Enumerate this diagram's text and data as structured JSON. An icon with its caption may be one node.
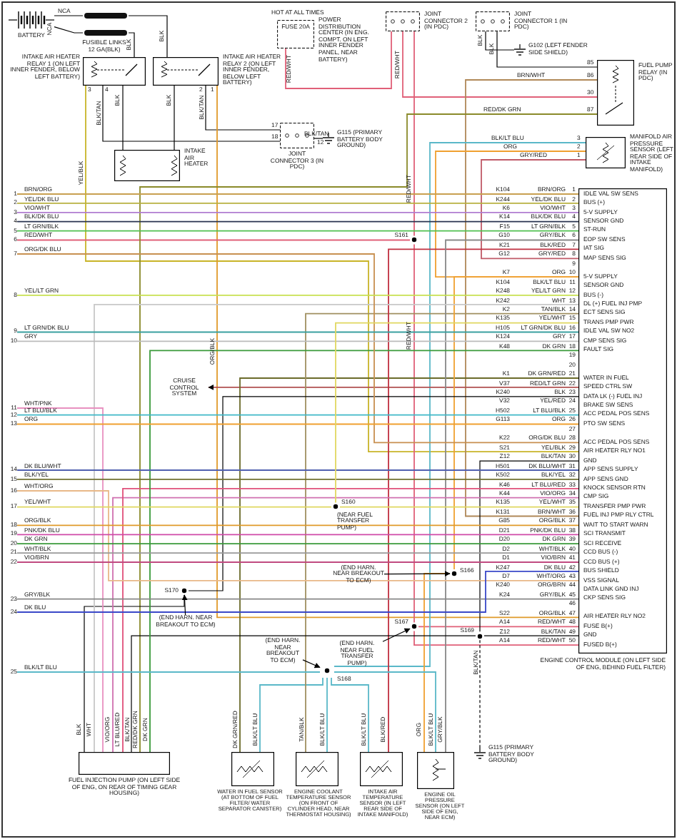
{
  "diagram": {
    "nodes": [
      {
        "text": [
          "BATTERY"
        ]
      },
      {
        "text": [
          "FUSIBLE LINKS 12 GA(BLK)"
        ]
      },
      {
        "text": [
          "INTAKE AIR HEATER RELAY 1 (ON LEFT INNER FENDER, BELOW LEFT BATTERY)"
        ]
      },
      {
        "text": [
          "INTAKE AIR HEATER RELAY 2 (ON LEFT INNER FENDER, BELOW LEFT BATTERY)"
        ]
      },
      {
        "text": [
          "INTAKE AIR HEATER"
        ]
      },
      {
        "text": [
          "JOINT CONNECTOR 3 (IN PDC)"
        ]
      },
      {
        "text": [
          "G115 (PRIMARY BATTERY BODY GROUND)"
        ]
      },
      {
        "text": [
          "FUSE 20A",
          "POWER DISTRIBUTION CENTER (IN ENG. COMPT. ON LEFT INNER FENDER PANEL, NEAR BATTERY)"
        ]
      },
      {
        "text": [
          "JOINT CONNECTOR 2 (IN PDC)"
        ]
      },
      {
        "text": [
          "JOINT CONNECTOR 1 (IN PDC)"
        ]
      },
      {
        "text": [
          "G102 (LEFT FENDER SIDE SHIELD)"
        ]
      },
      {
        "text": [
          "FUEL PUMP RELAY (IN PDC)"
        ]
      },
      {
        "text": [
          "MANIFOLD AIR PRESSURE SENSOR (LEFT REAR SIDE OF INTAKE MANIFOLD)"
        ]
      },
      {
        "text": [
          "ENGINE CONTROL MODULE (ON LEFT SIDE OF ENG, BEHIND FUEL FILTER)"
        ]
      },
      {
        "text": [
          "CRUISE CONTROL SYSTEM"
        ]
      },
      {
        "text": [
          "S161"
        ]
      },
      {
        "text": [
          "S160",
          "(NEAR FUEL TRANSFER PUMP)"
        ]
      },
      {
        "text": [
          "S166"
        ]
      },
      {
        "text": [
          "(END HARN. NEAR BREAKOUT TO ECM)"
        ]
      },
      {
        "text": [
          "S170"
        ]
      },
      {
        "text": [
          "(END HARN. NEAR BREAKOUT TO ECM)"
        ]
      },
      {
        "text": [
          "S167"
        ]
      },
      {
        "text": [
          "(END HARN. NEAR FUEL TRANSFER PUMP)"
        ]
      },
      {
        "text": [
          "S169"
        ]
      },
      {
        "text": [
          "S168"
        ]
      },
      {
        "text": [
          "(END HARN. NEAR BREAKOUT TO ECM)"
        ]
      },
      {
        "text": [
          "FUEL INJECTION PUMP (ON LEFT SIDE OF ENG, ON REAR OF TIMING GEAR HOUSING)"
        ]
      },
      {
        "text": [
          "WATER IN FUEL SENSOR (AT BOTTOM OF FUEL FILTER/ WATER SEPARATOR CANISTER)"
        ]
      },
      {
        "text": [
          "ENGINE COOLANT TEMPERATURE SENSOR (ON FRONT OF CYLINDER HEAD, NEAR THERMOSTAT HOUSING)"
        ]
      },
      {
        "text": [
          "INTAKE AIR TEMPERATURE SENSOR (IN LEFT REAR SIDE OF INTAKE MANIFOLD)"
        ]
      },
      {
        "text": [
          "ENGINE OIL PRESSURE SENSOR (ON LEFT SIDE OF ENG, NEAR ECM)"
        ]
      },
      {
        "text": [
          "G115 (PRIMARY BATTERY BODY GROUND)"
        ]
      },
      {
        "text": [
          "1"
        ]
      },
      {
        "text": [
          "2"
        ]
      },
      {
        "text": [
          "3"
        ]
      },
      {
        "text": [
          "4"
        ]
      },
      {
        "text": [
          "5"
        ]
      },
      {
        "text": [
          "6"
        ]
      },
      {
        "text": [
          "7"
        ]
      },
      {
        "text": [
          "8"
        ]
      },
      {
        "text": [
          "9"
        ]
      },
      {
        "text": [
          "10"
        ]
      },
      {
        "text": [
          "11"
        ]
      },
      {
        "text": [
          "12"
        ]
      },
      {
        "text": [
          "13"
        ]
      },
      {
        "text": [
          "14"
        ]
      },
      {
        "text": [
          "15"
        ]
      },
      {
        "text": [
          "16"
        ]
      },
      {
        "text": [
          "17"
        ]
      },
      {
        "text": [
          "18"
        ]
      },
      {
        "text": [
          "19"
        ]
      },
      {
        "text": [
          "20"
        ]
      },
      {
        "text": [
          "21"
        ]
      },
      {
        "text": [
          "22"
        ]
      },
      {
        "text": [
          "23"
        ]
      },
      {
        "text": [
          "24"
        ]
      },
      {
        "text": [
          "25"
        ]
      }
    ],
    "edges": [
      {
        "from": 0,
        "to": 1,
        "arrow": "none",
        "label": "NCA"
      },
      {
        "from": 0,
        "to": 1,
        "arrow": "none",
        "label": "NCA"
      },
      {
        "from": 1,
        "to": 2,
        "arrow": "none",
        "label": "BLK"
      },
      {
        "from": 1,
        "to": 3,
        "arrow": "none",
        "label": "BLK"
      },
      {
        "from": 2,
        "to": 4,
        "arrow": "none",
        "label": "BLK"
      },
      {
        "from": 3,
        "to": 4,
        "arrow": "none",
        "label": "BLK"
      },
      {
        "from": 2,
        "to": 13,
        "arrow": "none",
        "label": "YEL/BLK",
        "color": "#c8b428"
      },
      {
        "from": 2,
        "to": 5,
        "arrow": "none",
        "label": "BLK/TAN"
      },
      {
        "from": 3,
        "to": 5,
        "arrow": "none",
        "label": "BLK/TAN"
      },
      {
        "from": 3,
        "to": 13,
        "arrow": "none",
        "label": "ORG/BLK",
        "color": "#e09a2a"
      },
      {
        "from": 5,
        "to": 6,
        "arrow": "none",
        "label": "BLK/TAN"
      },
      {
        "from": 7,
        "to": 8,
        "arrow": "none",
        "label": "RED/WHT",
        "color": "#e06078"
      },
      {
        "from": 8,
        "to": 11,
        "arrow": "none",
        "label": "RED/WHT",
        "color": "#e06078"
      },
      {
        "from": 8,
        "to": 15,
        "arrow": "none",
        "label": "RED/WHT",
        "color": "#e06078"
      },
      {
        "from": 37,
        "to": 15,
        "arrow": "none",
        "label": "RED/WHT",
        "color": "#e06078"
      },
      {
        "from": 15,
        "to": 21,
        "arrow": "none",
        "label": "RED/WHT",
        "color": "#e06078"
      },
      {
        "from": 21,
        "to": 13,
        "arrow": "none",
        "color": "#e06078"
      },
      {
        "from": 21,
        "to": 13,
        "arrow": "none",
        "color": "#e06078"
      },
      {
        "from": 9,
        "to": 10,
        "arrow": "none",
        "label": "BLK"
      },
      {
        "from": 9,
        "to": 11,
        "arrow": "none",
        "label": "BLK"
      },
      {
        "from": 11,
        "to": 13,
        "arrow": "none",
        "label": "BRN/WHT",
        "color": "#b08858"
      },
      {
        "from": 11,
        "to": 26,
        "arrow": "none",
        "label": "RED/DK GRN",
        "color": "#8a8a2a"
      },
      {
        "from": 12,
        "to": 24,
        "arrow": "none",
        "label": "BLK/LT BLU",
        "color": "#5ab8c8"
      },
      {
        "from": 12,
        "to": 13,
        "arrow": "none",
        "label": "ORG",
        "color": "#f0a030"
      },
      {
        "from": 12,
        "to": 13,
        "arrow": "none",
        "label": "GRY/RED",
        "color": "#c05a68"
      },
      {
        "from": 13,
        "to": 14,
        "arrow": "to",
        "color": "#b05050"
      },
      {
        "from": 27,
        "to": 13,
        "arrow": "none",
        "color": "#6b6b2a"
      },
      {
        "from": 27,
        "to": 24,
        "arrow": "none",
        "color": "#5ab8c8"
      },
      {
        "from": 28,
        "to": 13,
        "arrow": "none",
        "color": "#a09060"
      },
      {
        "from": 28,
        "to": 24,
        "arrow": "none",
        "color": "#5ab8c8"
      },
      {
        "from": 29,
        "to": 24,
        "arrow": "none",
        "color": "#5ab8c8"
      },
      {
        "from": 29,
        "to": 13,
        "arrow": "none",
        "color": "#c03040"
      },
      {
        "from": 30,
        "to": 17,
        "arrow": "none",
        "color": "#f0a030"
      },
      {
        "from": 17,
        "to": 13,
        "arrow": "none",
        "color": "#f0a030"
      },
      {
        "from": 30,
        "to": 24,
        "arrow": "none",
        "color": "#5ab8c8"
      },
      {
        "from": 30,
        "to": 13,
        "arrow": "none",
        "color": "#888888"
      },
      {
        "from": 13,
        "to": 23,
        "arrow": "none"
      },
      {
        "from": 23,
        "to": 13,
        "arrow": "none"
      },
      {
        "from": 23,
        "to": 31,
        "arrow": "none",
        "label": "BLK/TAN",
        "style": "dashed"
      },
      {
        "from": 26,
        "to": 23,
        "arrow": "none"
      },
      {
        "from": 26,
        "to": 19,
        "arrow": "none"
      },
      {
        "from": 19,
        "to": 13,
        "arrow": "none"
      },
      {
        "from": 26,
        "to": 13,
        "arrow": "none",
        "color": "#c8c8c8"
      },
      {
        "from": 26,
        "to": 13,
        "arrow": "none",
        "color": "#d070b0"
      },
      {
        "from": 26,
        "to": 13,
        "arrow": "none",
        "color": "#e0507a"
      },
      {
        "from": 26,
        "to": 13,
        "arrow": "none",
        "color": "#3a9a3a"
      },
      {
        "from": 42,
        "to": 26,
        "arrow": "none",
        "label": "WHT/PNK",
        "color": "#e890c0"
      },
      {
        "from": 32,
        "to": 13,
        "arrow": "none",
        "label": "BRN/ORG",
        "color": "#c8a050"
      },
      {
        "from": 33,
        "to": 13,
        "arrow": "none",
        "label": "YEL/DK BLU",
        "color": "#b8b040"
      },
      {
        "from": 34,
        "to": 13,
        "arrow": "none",
        "label": "VIO/WHT",
        "color": "#b07cd0"
      },
      {
        "from": 35,
        "to": 13,
        "arrow": "none",
        "label": "BLK/DK BLU",
        "color": "#2a3450"
      },
      {
        "from": 36,
        "to": 13,
        "arrow": "none",
        "label": "LT GRN/BLK",
        "color": "#50c050"
      },
      {
        "from": 38,
        "to": 13,
        "arrow": "none",
        "label": "ORG/DK BLU",
        "color": "#c89050"
      },
      {
        "from": 39,
        "to": 13,
        "arrow": "none",
        "label": "YEL/LT GRN",
        "color": "#c8e050"
      },
      {
        "from": 40,
        "to": 13,
        "arrow": "none",
        "label": "LT GRN/DK BLU",
        "color": "#3aa0a0"
      },
      {
        "from": 41,
        "to": 13,
        "arrow": "none",
        "label": "GRY",
        "color": "#bbbbbb"
      },
      {
        "from": 43,
        "to": 13,
        "arrow": "none",
        "label": "LT BLU/BLK",
        "color": "#40b8c8"
      },
      {
        "from": 44,
        "to": 13,
        "arrow": "none",
        "label": "ORG",
        "color": "#f0a030"
      },
      {
        "from": 45,
        "to": 13,
        "arrow": "none",
        "label": "DK BLU/WHT",
        "color": "#5060b0"
      },
      {
        "from": 46,
        "to": 13,
        "arrow": "none",
        "label": "BLK/YEL",
        "color": "#707030"
      },
      {
        "from": 47,
        "to": 13,
        "arrow": "none",
        "label": "WHT/ORG",
        "color": "#e8b888"
      },
      {
        "from": 48,
        "to": 16,
        "arrow": "none",
        "label": "YEL/WHT",
        "color": "#e0d860"
      },
      {
        "from": 16,
        "to": 13,
        "arrow": "none",
        "color": "#e0d860"
      },
      {
        "from": 16,
        "to": 13,
        "arrow": "none",
        "color": "#e0d860"
      },
      {
        "from": 49,
        "to": 13,
        "arrow": "none",
        "label": "ORG/BLK",
        "color": "#e09a2a"
      },
      {
        "from": 50,
        "to": 13,
        "arrow": "none",
        "label": "PNK/DK BLU",
        "color": "#d04aa8"
      },
      {
        "from": 51,
        "to": 13,
        "arrow": "none",
        "label": "DK GRN",
        "color": "#3a9a3a"
      },
      {
        "from": 52,
        "to": 13,
        "arrow": "none",
        "label": "WHT/BLK",
        "color": "#999999"
      },
      {
        "from": 53,
        "to": 13,
        "arrow": "none",
        "label": "VIO/BRN",
        "color": "#c04a80"
      },
      {
        "from": 54,
        "to": 13,
        "arrow": "none",
        "label": "GRY/BLK",
        "color": "#888888"
      },
      {
        "from": 55,
        "to": 13,
        "arrow": "none",
        "label": "DK BLU",
        "color": "#3a48c8"
      },
      {
        "from": 56,
        "to": 24,
        "arrow": "none",
        "label": "BLK/LT BLU",
        "color": "#5ab8c8"
      },
      {
        "from": 18,
        "to": 17,
        "arrow": "to"
      },
      {
        "from": 20,
        "to": 19,
        "arrow": "to"
      },
      {
        "from": 22,
        "to": 21,
        "arrow": "to"
      },
      {
        "from": 25,
        "to": 24,
        "arrow": "to"
      }
    ],
    "labels": [
      "HOT AT ALL TIMES",
      "3",
      "4",
      "2",
      "1",
      "17",
      "18",
      "12",
      "85",
      "86",
      "30",
      "87",
      "3",
      "2",
      "1",
      "K104",
      "BRN/ORG",
      "1",
      "IDLE VAL SW SENS",
      "K244",
      "YEL/DK BLU",
      "2",
      "BUS (+)",
      "K6",
      "VIO/WHT",
      "3",
      "5-V SUPPLY",
      "K14",
      "BLK/DK BLU",
      "4",
      "SENSOR GND",
      "F15",
      "LT GRN/BLK",
      "5",
      "ST-RUN",
      "G10",
      "GRY/BLK",
      "6",
      "EOP SW SENS",
      "K21",
      "BLK/RED",
      "7",
      "IAT SIG",
      "G12",
      "GRY/RED",
      "8",
      "MAP SENS SIG",
      "9",
      "K7",
      "ORG",
      "10",
      "5-V SUPPLY",
      "K104",
      "BLK/LT BLU",
      "11",
      "SENSOR GND",
      "K248",
      "YEL/LT GRN",
      "12",
      "BUS (-)",
      "K242",
      "WHT",
      "13",
      "DL (+) FUEL INJ PMP",
      "K2",
      "TAN/BLK",
      "14",
      "ECT SENS SIG",
      "K135",
      "YEL/WHT",
      "15",
      "TRANS PMP PWR",
      "H105",
      "LT GRN/DK BLU",
      "16",
      "IDLE VAL SW NO2",
      "K124",
      "GRY",
      "17",
      "CMP SENS SIG",
      "K48",
      "DK GRN",
      "18",
      "FAULT SIG",
      "19",
      "20",
      "K1",
      "DK GRN/RED",
      "21",
      "WATER IN FUEL",
      "V37",
      "RED/LT GRN",
      "22",
      "SPEED CTRL SW",
      "K240",
      "BLK",
      "23",
      "DATA LK (-) FUEL INJ",
      "V32",
      "YEL/RED",
      "24",
      "BRAKE SW SENS",
      "H502",
      "LT BLU/BLK",
      "25",
      "ACC PEDAL POS SENS",
      "G113",
      "ORG",
      "26",
      "PTO SW SENS",
      "27",
      "K22",
      "ORG/DK BLU",
      "28",
      "ACC PEDAL POS SENS",
      "S21",
      "YEL/BLK",
      "29",
      "AIR HEATER RLY NO1",
      "Z12",
      "BLK/TAN",
      "30",
      "GND",
      "H501",
      "DK BLU/WHT",
      "31",
      "APP SENS SUPPLY",
      "K502",
      "BLK/YEL",
      "32",
      "APP SENS GND",
      "K46",
      "LT BLU/RED",
      "33",
      "KNOCK SENSOR RTN",
      "K44",
      "VIO/ORG",
      "34",
      "CMP SIG",
      "K135",
      "YEL/WHT",
      "35",
      "TRANSFER PMP PWR",
      "K131",
      "BRN/WHT",
      "36",
      "FUEL INJ PMP RLY CTRL",
      "G85",
      "ORG/BLK",
      "37",
      "WAIT TO START WARN",
      "D21",
      "PNK/DK BLU",
      "38",
      "SCI TRANSMIT",
      "D20",
      "DK GRN",
      "39",
      "SCI RECEIVE",
      "D2",
      "WHT/BLK",
      "40",
      "CCD BUS (-)",
      "D1",
      "VIO/BRN",
      "41",
      "CCD BUS (+)",
      "K247",
      "DK BLU",
      "42",
      "BUS SHIELD",
      "D7",
      "WHT/ORG",
      "43",
      "VSS SIGNAL",
      "K240",
      "ORG/BRN",
      "44",
      "DATA LINK GND INJ",
      "K24",
      "GRY/BLK",
      "45",
      "CKP SENS SIG",
      "46",
      "S22",
      "ORG/BLK",
      "47",
      "AIR HEATER RLY NO2",
      "A14",
      "RED/WHT",
      "48",
      "FUSE B(+)",
      "Z12",
      "BLK/TAN",
      "49",
      "GND",
      "A14",
      "RED/WHT",
      "50",
      "FUSED B(+)",
      "BLK",
      "WHT",
      "VIO/ORG",
      "LT BLU/RED",
      "BLK/TAN",
      "RED/DK GRN",
      "DK GRN",
      "DK GRN/RED",
      "BLK/LT BLU",
      "TAN/BLK",
      "BLK/LT BLU",
      "BLK/LT BLU",
      "BLK/RED",
      "ORG",
      "BLK/LT BLU",
      "GRY/BLK"
    ]
  }
}
